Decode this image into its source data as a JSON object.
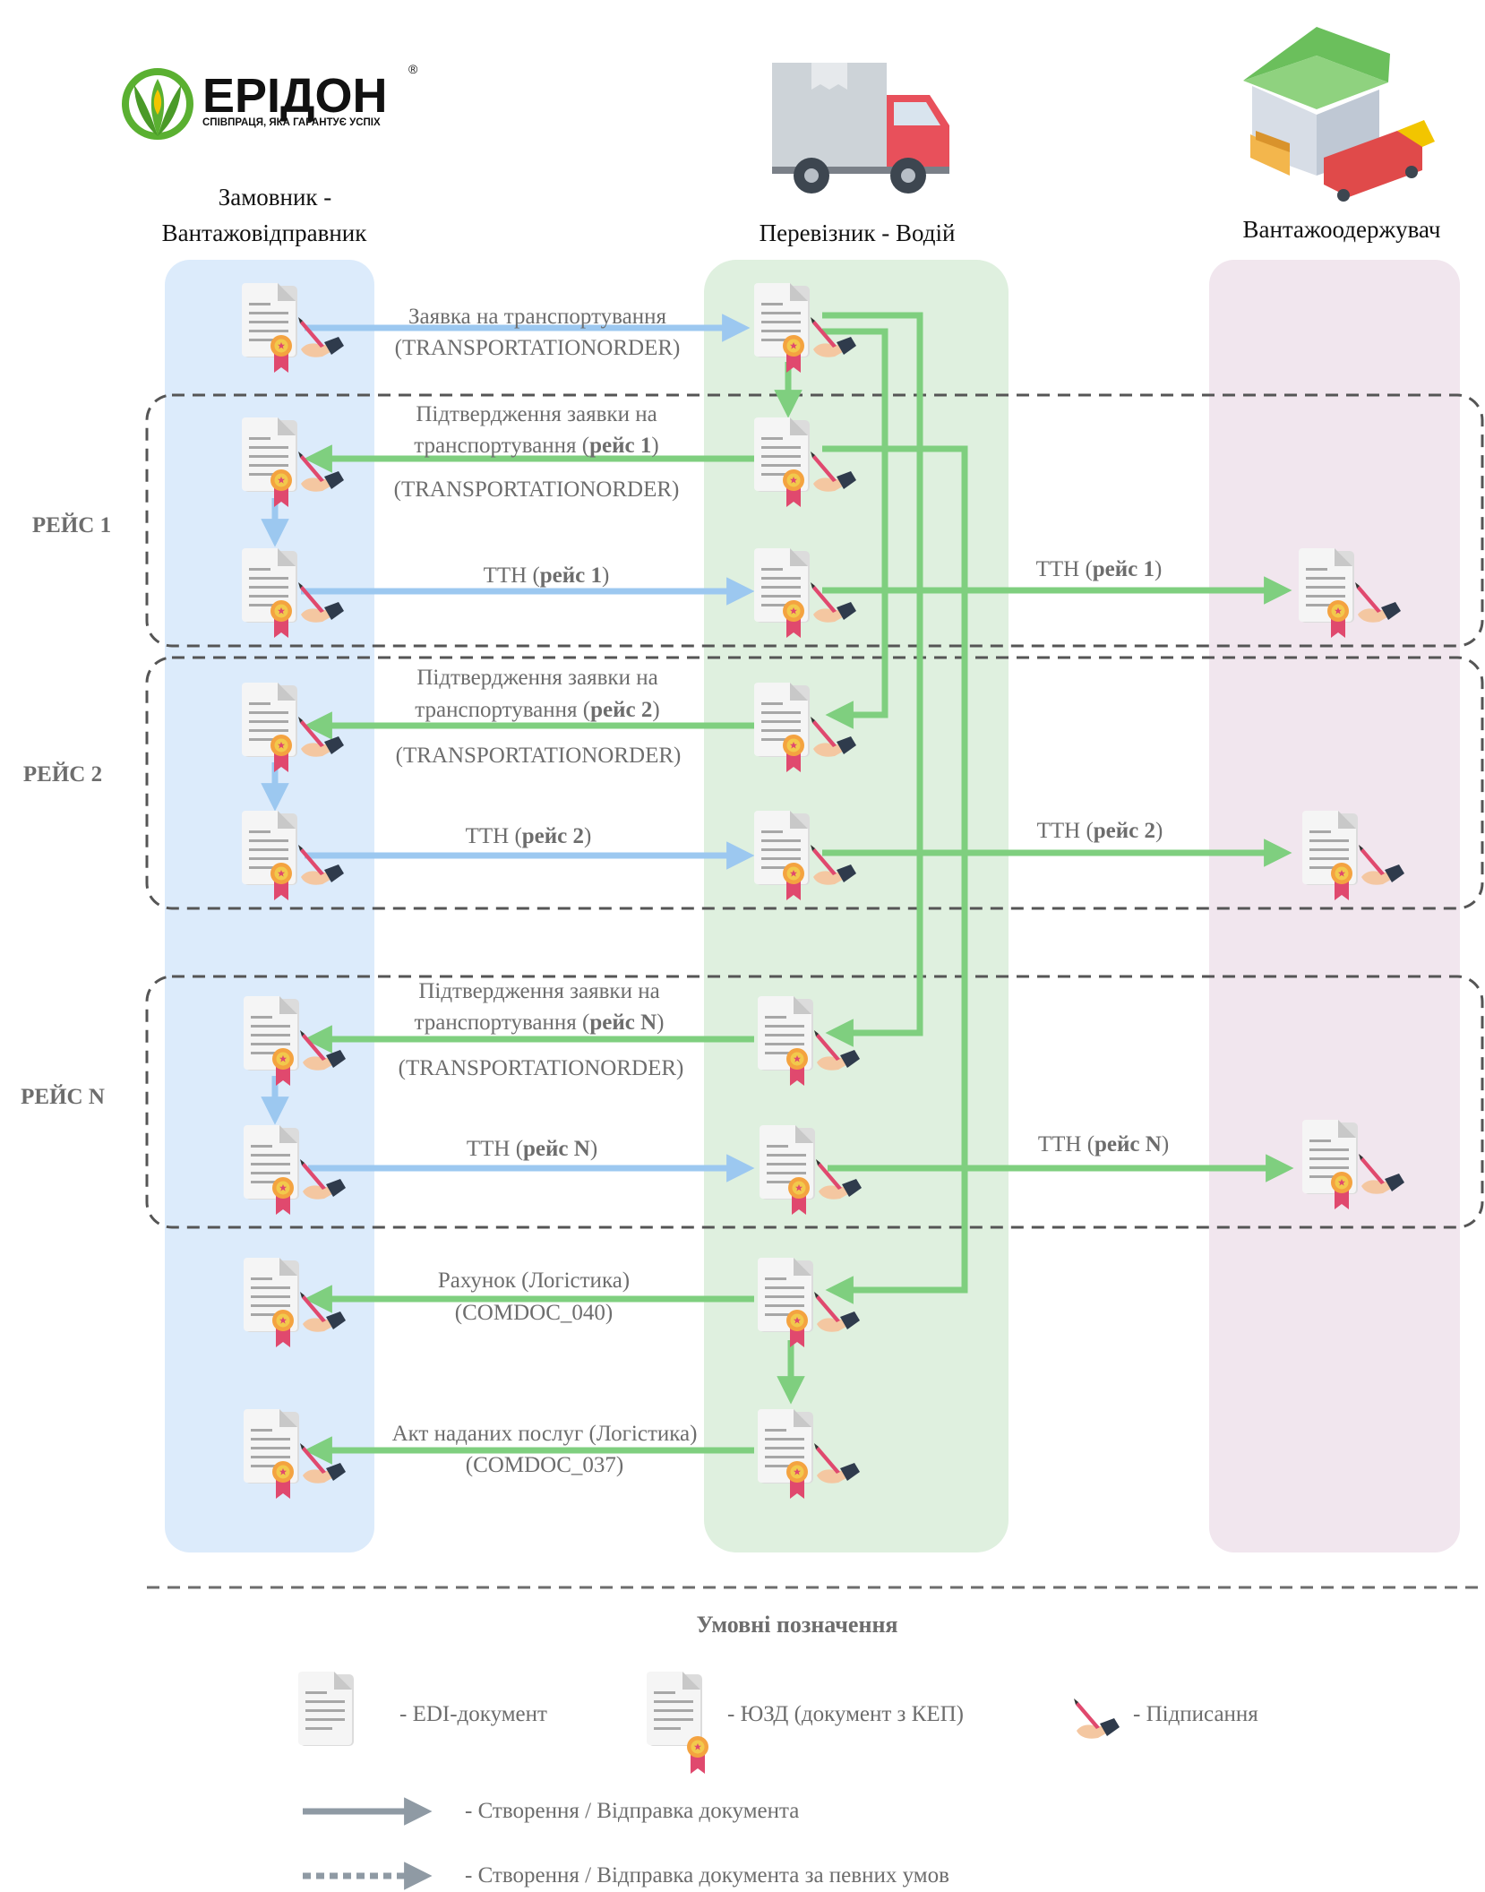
{
  "colors": {
    "blue_arrow": "#9cc8f0",
    "green_arrow": "#7fcf7f",
    "green_arrow_dark": "#5bbd5b",
    "gray_arrow": "#8f9aa4",
    "lane_blue": "#dcebfb",
    "lane_green": "#dff0df",
    "lane_pink": "#f1e6ee",
    "text_gray": "#6d6d6d",
    "dash": "#555555",
    "logo_green": "#5ab031",
    "logo_yellow": "#f2c500"
  },
  "logo": {
    "name": "ЕРІДОН",
    "registered": "®",
    "tagline": "СПІВПРАЦЯ, ЯКА ГАРАНТУЄ УСПІХ"
  },
  "lanes": {
    "shipper_line1": "Замовник -",
    "shipper_line2": "Вантажовідправник",
    "carrier": "Перевізник - Водій",
    "consignee": "Вантажоодержувач"
  },
  "groups": {
    "g1": "РЕЙС 1",
    "g2": "РЕЙС 2",
    "gn": "РЕЙС N"
  },
  "labels": {
    "order_1": "Заявка на транспортування",
    "order_2": "(TRANSPORTATIONORDER)",
    "c1_1": "Підтвердження заявки на",
    "c1_2a": "транспортування (",
    "c1_2b": "рейс 1",
    "c1_2c": ")",
    "c1_3": "(TRANSPORTATIONORDER)",
    "ttn1_a": "ТТН (",
    "ttn1_b": "рейс 1",
    "ttn1_c": ")",
    "ttn1r_a": "ТТН (",
    "ttn1r_b": "рейс 1",
    "ttn1r_c": ")",
    "c2_1": "Підтвердження заявки на",
    "c2_2a": "транспортування (",
    "c2_2b": "рейс 2",
    "c2_2c": ")",
    "c2_3": "(TRANSPORTATIONORDER)",
    "ttn2_a": "ТТН (",
    "ttn2_b": "рейс 2",
    "ttn2_c": ")",
    "ttn2r_a": "ТТН (",
    "ttn2r_b": "рейс 2",
    "ttn2r_c": ")",
    "cn_1": "Підтвердження заявки на",
    "cn_2a": "транспортування (",
    "cn_2b": "рейс N",
    "cn_2c": ")",
    "cn_3": "(TRANSPORTATIONORDER)",
    "ttnn_a": "ТТН (",
    "ttnn_b": "рейс N",
    "ttnn_c": ")",
    "ttnnr_a": "ТТН (",
    "ttnnr_b": "рейс N",
    "ttnnr_c": ")",
    "inv_1": "Рахунок (Логістика)",
    "inv_2": "(COMDOC_040)",
    "act_1": "Акт наданих послуг (Логістика)",
    "act_2": "(COMDOC_037)"
  },
  "legend": {
    "title": "Умовні позначення",
    "edi": "-  EDI-документ",
    "yuzd": "-  ЮЗД (документ з КЕП)",
    "sign": "-  Підписання",
    "create": "-  Створення / Відправка документа",
    "create_cond": "-  Створення / Відправка документа за певних умов"
  }
}
